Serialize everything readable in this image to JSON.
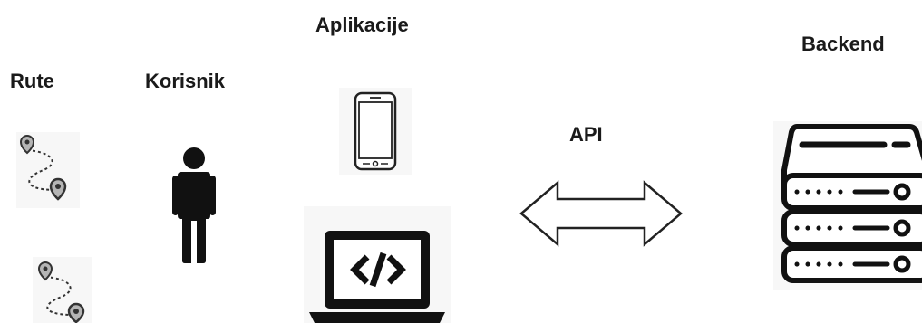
{
  "labels": {
    "rute": "Rute",
    "korisnik": "Korisnik",
    "aplikacije": "Aplikacije",
    "api": "API",
    "backend": "Backend"
  },
  "icons": {
    "route_top": "route-icon",
    "route_bottom": "route-icon",
    "user": "person-icon",
    "phone": "smartphone-icon",
    "laptop": "laptop-code-icon",
    "api_arrow": "double-arrow-icon",
    "server": "server-icon"
  },
  "colors": {
    "ink": "#111111",
    "pin_fill": "#b5b5b5",
    "icon_bg": "#f7f7f7"
  }
}
